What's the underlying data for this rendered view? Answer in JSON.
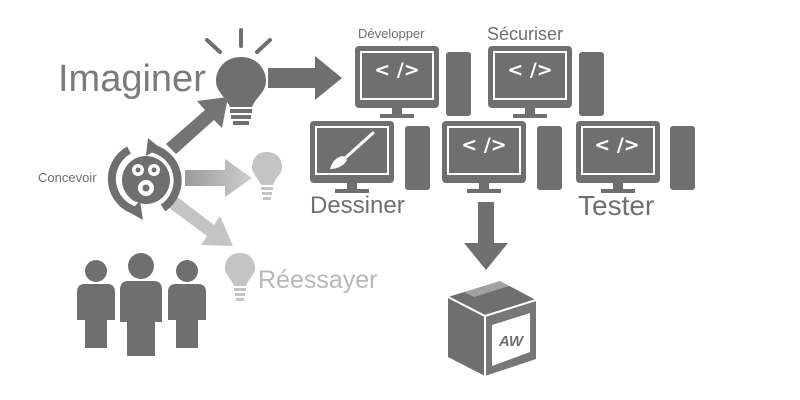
{
  "labels": {
    "imaginer": "Imaginer",
    "concevoir": "Concevoir",
    "reessayer": "Réessayer",
    "developper": "Développer",
    "securiser": "Sécuriser",
    "dessiner": "Dessiner",
    "tester": "Tester"
  },
  "screens": {
    "code_symbol": "< />"
  },
  "logo": {
    "text": "AW"
  },
  "colors": {
    "dark": "#6f6f6f",
    "medium": "#7b7b7b",
    "light": "#c4c4c4",
    "background": "#ffffff"
  },
  "icons": [
    "lightbulb-icon",
    "gears-cycle-icon",
    "people-icon",
    "monitor-icon",
    "pc-tower-icon",
    "paintbrush-icon",
    "box-icon",
    "arrow-icon"
  ]
}
